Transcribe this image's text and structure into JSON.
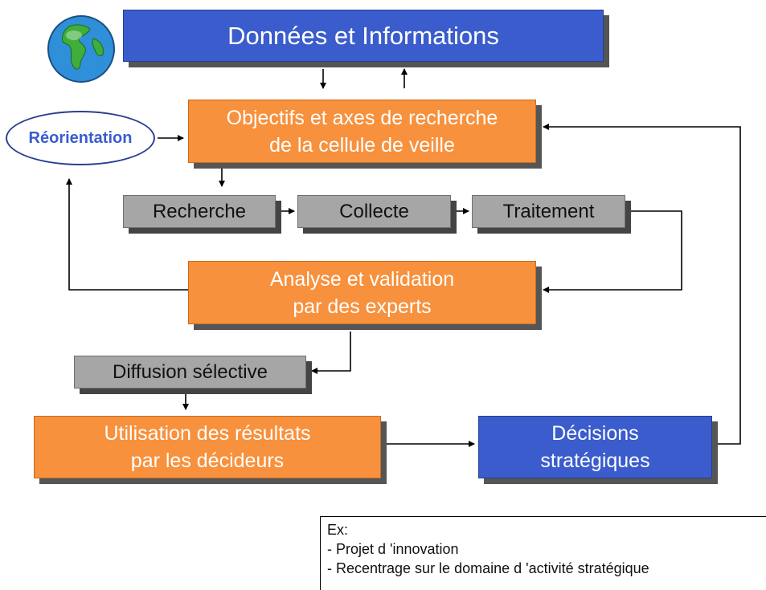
{
  "header": {
    "title": "Données et Informations"
  },
  "reorientation": {
    "label": "Réorientation"
  },
  "objectives": {
    "line1": "Objectifs et axes de recherche",
    "line2": "de la cellule de veille"
  },
  "steps": [
    {
      "label": "Recherche"
    },
    {
      "label": "Collecte"
    },
    {
      "label": "Traitement"
    }
  ],
  "analysis": {
    "line1": "Analyse et validation",
    "line2": "par des experts"
  },
  "diffusion": {
    "label": "Diffusion sélective"
  },
  "usage": {
    "line1": "Utilisation des résultats",
    "line2": "par les décideurs"
  },
  "decisions": {
    "line1": "Décisions",
    "line2": "stratégiques"
  },
  "example": {
    "title": "Ex:",
    "items": [
      "- Projet d 'innovation",
      "- Recentrage sur le domaine d 'activité stratégique"
    ]
  },
  "colors": {
    "blue": "#3a5ccc",
    "orange": "#f7913d",
    "gray": "#a6a6a6",
    "shadow": "#555555"
  }
}
